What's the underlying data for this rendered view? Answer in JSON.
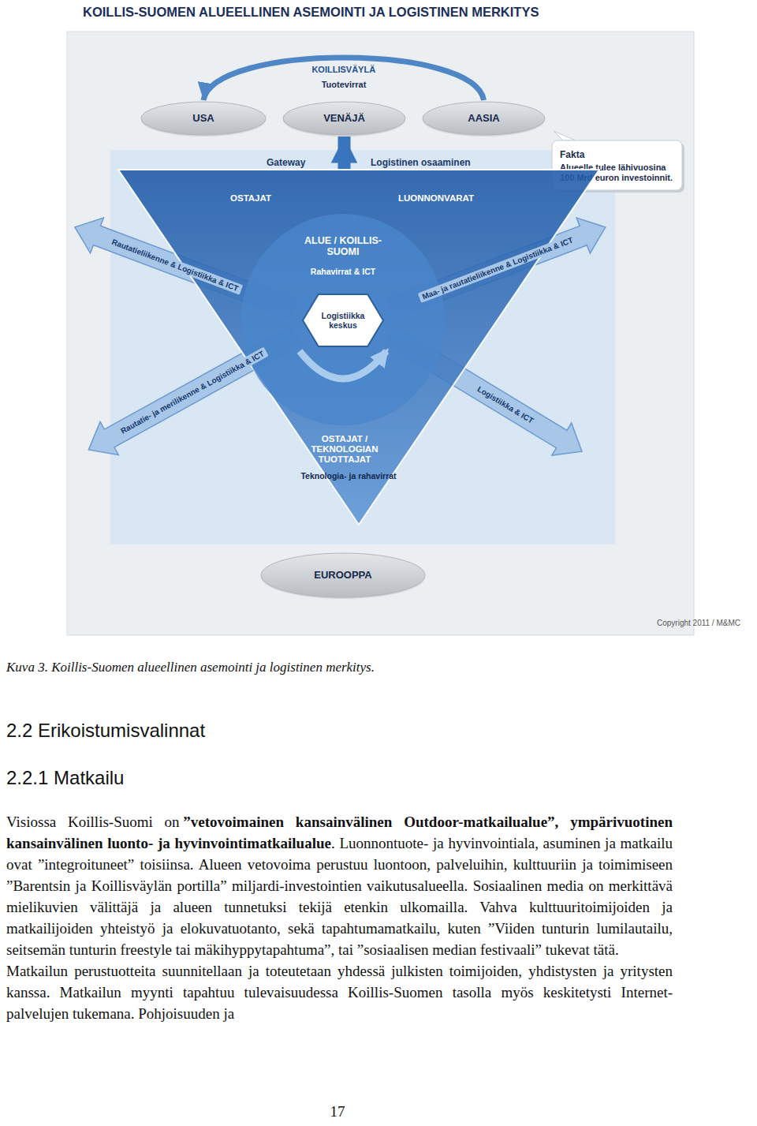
{
  "diagram": {
    "title": "KOILLIS-SUOMEN ALUEELLINEN ASEMOINTI JA LOGISTINEN MERKITYS",
    "caption": "Kuva 3. Koillis-Suomen alueellinen asemointi ja logistinen merkitys.",
    "nodes": [
      {
        "text": [
          "USA"
        ]
      },
      {
        "text": [
          "VENÄJÄ"
        ]
      },
      {
        "text": [
          "AASIA"
        ]
      },
      {
        "text": [
          "Fakta",
          "Alueelle tulee lähivuosina 100 Mrd euron investoinnit."
        ]
      },
      {
        "text": [
          "OSTAJAT",
          "LUONNONVARAT",
          "OSTAJAT / TEKNOLOGIAN TUOTTAJAT"
        ]
      },
      {
        "text": [
          "ALUE / KOILLIS-SUOMI",
          "Rahavirrat & ICT"
        ],
        "in": 4
      },
      {
        "text": [
          "Logistiikka keskus"
        ],
        "in": 5
      },
      {
        "text": [
          "EUROOPPA"
        ]
      }
    ],
    "edges": [
      {
        "from": 2,
        "to": 0,
        "arrow": "to",
        "label": "KOILLISVÄYLÄ"
      },
      {
        "from": 4,
        "to": 1,
        "arrow": "to"
      }
    ],
    "labels": [
      "Tuotevirrat",
      "Gateway",
      "Logistinen osaaminen",
      "Rautatieliikenne & Logistiikka & ICT",
      "Maa- ja rautatieliikenne & Logistiikka & ICT",
      "Rautatie- ja merilikenne & Logistiikka & ICT",
      "Logistiikka & ICT",
      "Teknologia- ja rahavirrat",
      "Copyright 2011 / M&MC",
      "2.2 Erikoistumisvalinnat",
      "2.2.1 Matkailu",
      "Visiossa Koillis-Suomi on",
      "”vetovoimainen kansainvälinen Outdoor-matkailualue”, ympärivuotinen kansainvälinen luonto- ja hyvinvointimatkailualue",
      ". Luonnontuote- ja hyvinvointiala, asuminen ja matkailu ovat ”integroituneet” toisiinsa. Alueen vetovoima perustuu luontoon, palveluihin, kulttuuriin ja toimimiseen ”Barentsin ja Koillisväylän portilla” miljardi-investointien vaikutusalueella. Sosiaalinen media on merkittävä mielikuvien välittäjä ja alueen tunnetuksi tekijä etenkin ulkomailla. Vahva kulttuuritoimijoiden ja matkailijoiden yhteistyö ja elokuvatuotanto, sekä tapahtumamatkailu, kuten ”Viiden tunturin lumilautailu, seitsemän tunturin freestyle tai mäkihyppytapahtuma”, tai ”sosiaalisen median festivaali” tukevat tätä.",
      "Matkailun perustuotteita suunnitellaan ja toteutetaan yhdessä julkisten toimijoiden, yhdistysten ja yritysten kanssa. Matkailun myynti tapahtuu tulevaisuudessa Koillis-Suomen tasolla myös keskitetysti Internet-palvelujen tukemana. Pohjoisuuden ja",
      "17"
    ]
  }
}
